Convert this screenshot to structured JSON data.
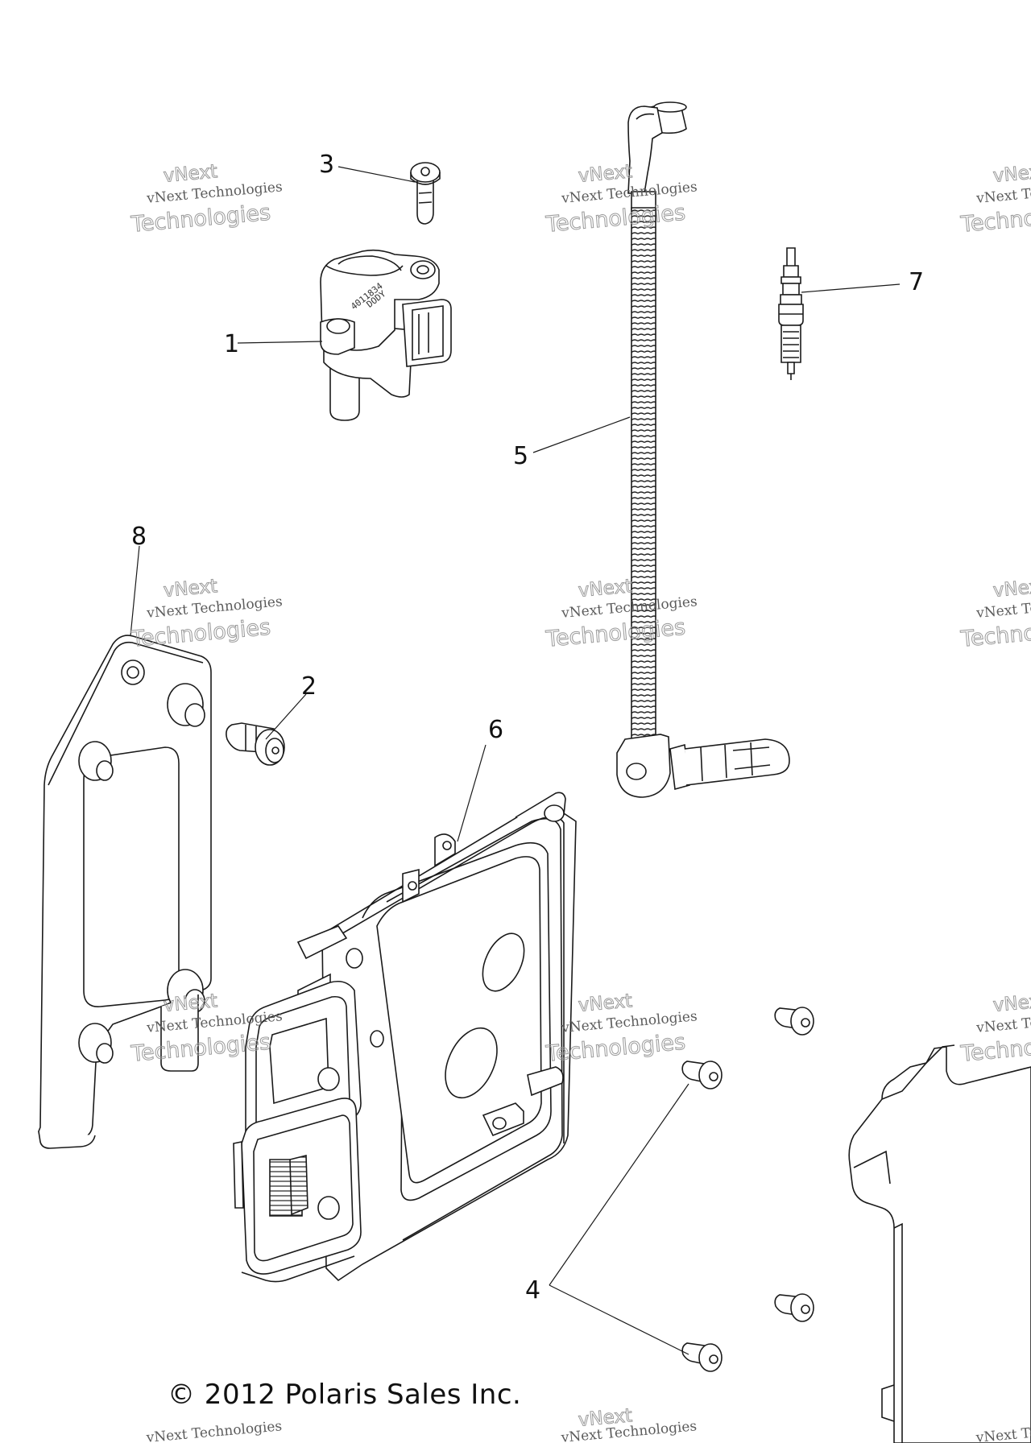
{
  "callouts": {
    "ignition_coil": "1",
    "screw_bracket": "2",
    "screw_coil": "3",
    "screws_cover": "4",
    "spark_plug_wire": "5",
    "ecu_module": "6",
    "spark_plug": "7",
    "mounting_bracket": "8"
  },
  "coil_label": {
    "line1": "4011834",
    "line2": "DODY"
  },
  "watermark": {
    "line0": "vNext",
    "line1": "vNext Technologies",
    "line2": "Technologies"
  },
  "copyright": "© 2012 Polaris Sales Inc."
}
